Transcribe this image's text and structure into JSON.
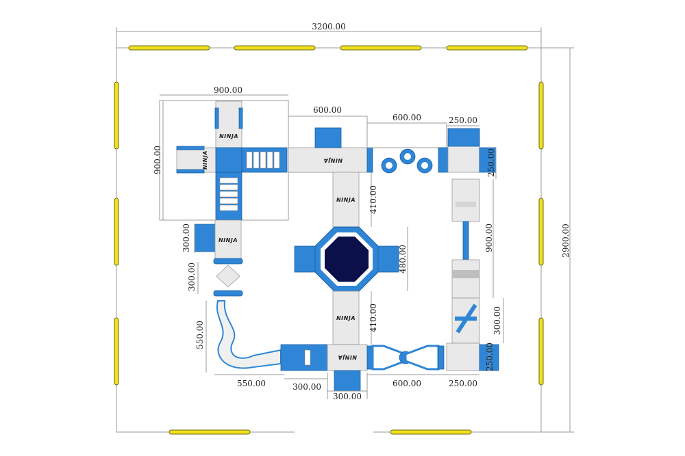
{
  "overall": {
    "width_label": "3200.00",
    "height_label": "2900.00"
  },
  "dimensions": {
    "d_900_top": "900.00",
    "d_900_left": "900.00",
    "d_600_top_a": "600.00",
    "d_600_top_b": "600.00",
    "d_250_top": "250.00",
    "d_250_right_top": "250.00",
    "d_410_upper": "410.00",
    "d_480": "480.00",
    "d_410_lower": "410.00",
    "d_900_right": "900.00",
    "d_300_right": "300.00",
    "d_250_right_bottom": "250.00",
    "d_300_left_a": "300.00",
    "d_300_left_b": "300.00",
    "d_550_vertical": "550.00",
    "d_550_horizontal": "550.00",
    "d_300_bottom_a": "300.00",
    "d_300_bottom_b": "300.00",
    "d_600_bottom": "600.00",
    "d_250_bottom": "250.00"
  },
  "modules": {
    "ninja_label": "NINJA"
  },
  "colors": {
    "primary_blue": "#2f86d6",
    "module_gray": "#e9e9e9",
    "buoy_yellow": "#f0e020",
    "dark_navy": "#0b0f4a"
  }
}
